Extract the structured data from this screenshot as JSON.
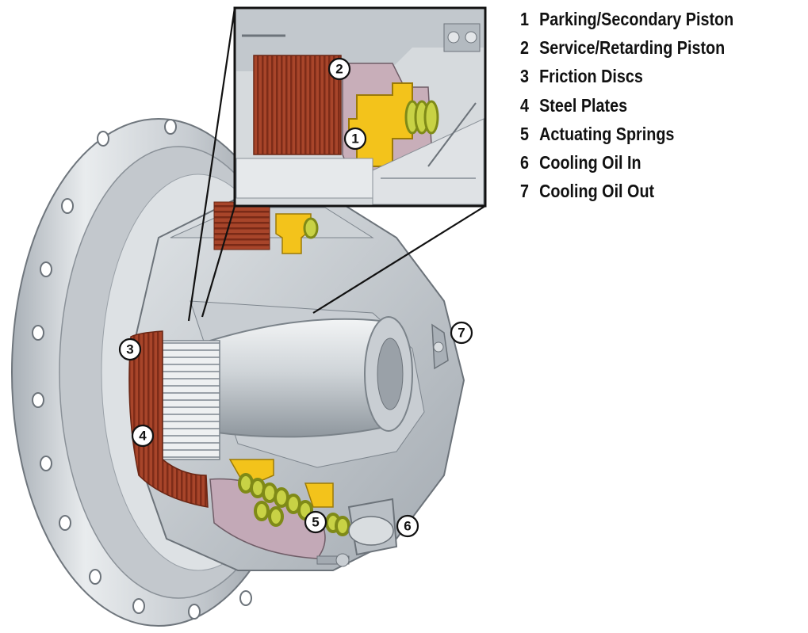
{
  "legend": [
    {
      "num": "1",
      "label": "Parking/Secondary Piston"
    },
    {
      "num": "2",
      "label": "Service/Retarding Piston"
    },
    {
      "num": "3",
      "label": "Friction Discs"
    },
    {
      "num": "4",
      "label": "Steel Plates"
    },
    {
      "num": "5",
      "label": "Actuating Springs"
    },
    {
      "num": "6",
      "label": "Cooling Oil In"
    },
    {
      "num": "7",
      "label": "Cooling Oil Out"
    }
  ],
  "callouts": [
    "1",
    "2",
    "3",
    "4",
    "5",
    "6",
    "7"
  ],
  "colors": {
    "steel_light": "#e4e7ea",
    "steel_mid": "#b9bfc5",
    "steel_dark": "#7d858d",
    "friction": "#a8452a",
    "piston_yellow": "#f3c31b",
    "spring_green": "#b8c43a"
  }
}
